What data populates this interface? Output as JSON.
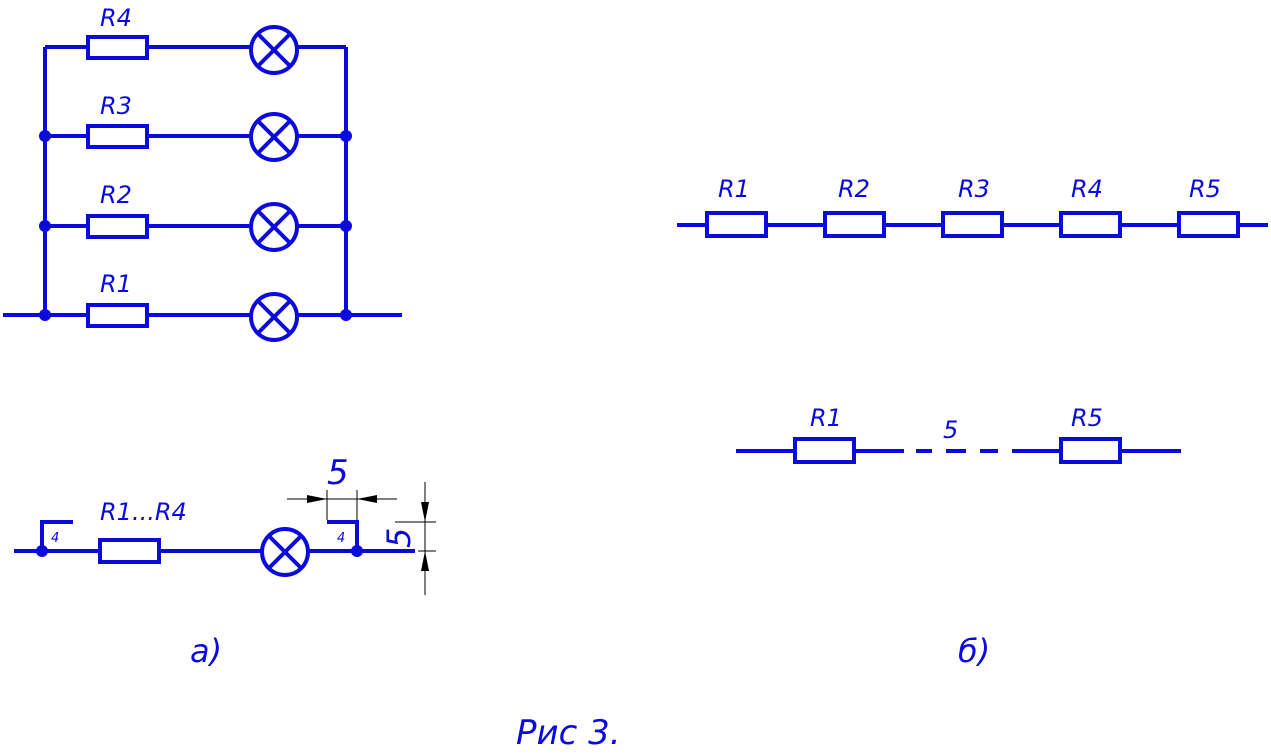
{
  "colors": {
    "wire": "#0a0adc",
    "dimension": "#000000",
    "background": "#ffffff"
  },
  "diagram_a": {
    "parallel_resistors": [
      "R4",
      "R3",
      "R2",
      "R1"
    ],
    "lamp_icon": "lamp-cross-icon",
    "simplified": {
      "resistor_label": "R1...R4",
      "left_count": "4",
      "right_count": "4",
      "dim_horizontal": "5",
      "dim_vertical": "5"
    },
    "caption": "а)"
  },
  "diagram_b": {
    "series_resistors": [
      "R1",
      "R2",
      "R3",
      "R4",
      "R5"
    ],
    "simplified": {
      "first_label": "R1",
      "last_label": "R5",
      "count": "5"
    },
    "caption": "б)"
  },
  "figure_caption": "Рис 3."
}
